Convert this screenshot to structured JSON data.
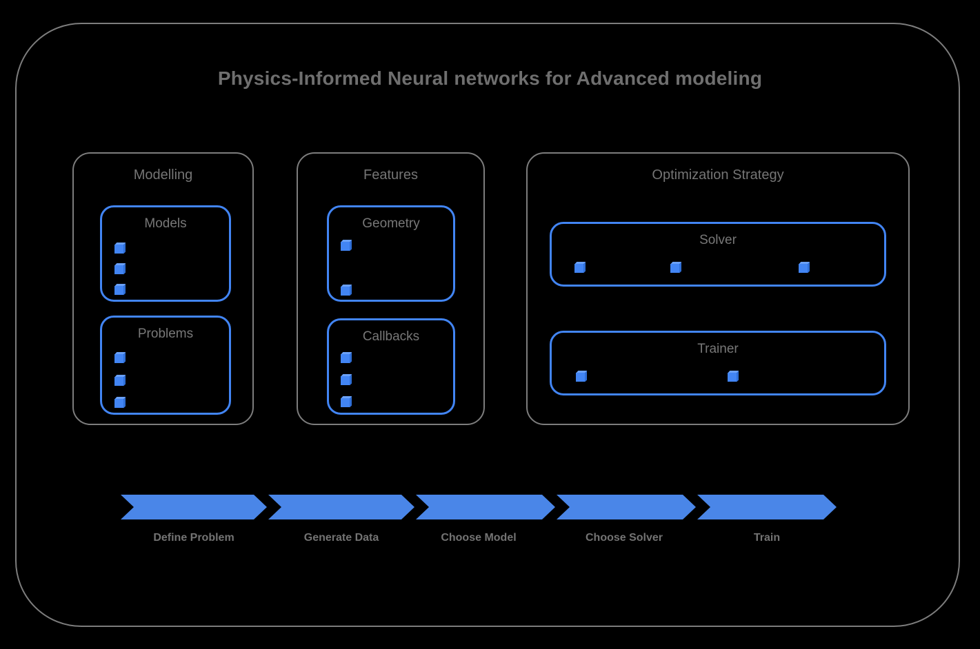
{
  "diagram": {
    "title": "Physics-Informed Neural networks for Advanced modeling",
    "frame_border_color": "#7d7d7d",
    "background_color": "#000000",
    "accent_color": "#4285f4",
    "text_color": "#757575"
  },
  "groups": [
    {
      "id": "modelling",
      "label": "Modelling",
      "panels": [
        {
          "id": "models",
          "label": "Models",
          "marker_count": 3,
          "marker_layout": "vertical"
        },
        {
          "id": "problems",
          "label": "Problems",
          "marker_count": 3,
          "marker_layout": "vertical"
        }
      ]
    },
    {
      "id": "features",
      "label": "Features",
      "panels": [
        {
          "id": "geometry",
          "label": "Geometry",
          "marker_count": 2,
          "marker_layout": "vertical"
        },
        {
          "id": "callbacks",
          "label": "Callbacks",
          "marker_count": 3,
          "marker_layout": "vertical"
        }
      ]
    },
    {
      "id": "optimization",
      "label": "Optimization Strategy",
      "panels": [
        {
          "id": "solver",
          "label": "Solver",
          "marker_count": 3,
          "marker_layout": "horizontal"
        },
        {
          "id": "trainer",
          "label": "Trainer",
          "marker_count": 2,
          "marker_layout": "horizontal"
        }
      ]
    }
  ],
  "pipeline": {
    "arrow_color": "#4a86e8",
    "steps": [
      {
        "label": "Define Problem"
      },
      {
        "label": "Generate Data"
      },
      {
        "label": "Choose Model"
      },
      {
        "label": "Choose Solver"
      },
      {
        "label": "Train"
      }
    ]
  }
}
